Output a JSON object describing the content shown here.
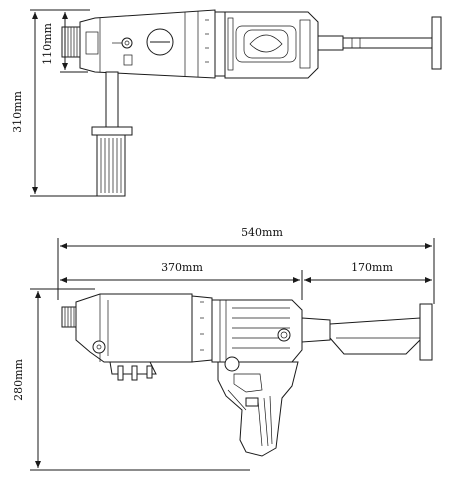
{
  "dimensions": {
    "top_view_height": "110mm",
    "top_view_overall_height": "310mm",
    "total_length": "540mm",
    "body_length": "370mm",
    "handle_length": "170mm",
    "side_view_height": "280mm"
  }
}
